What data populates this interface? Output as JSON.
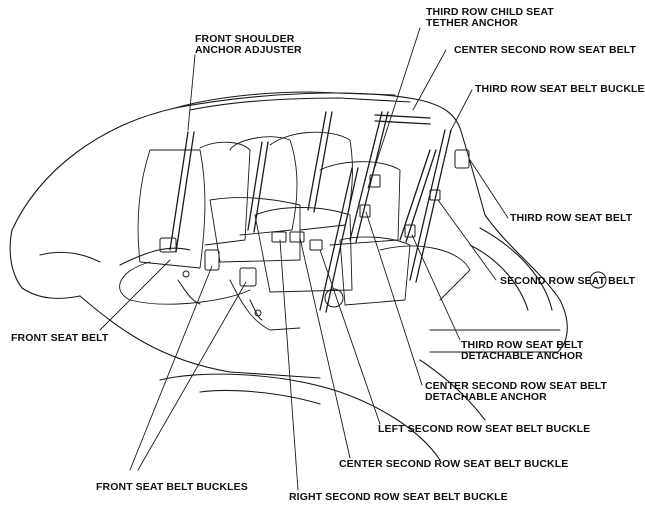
{
  "labels": {
    "front_shoulder_anchor_adjuster": [
      "FRONT SHOULDER",
      "ANCHOR ADJUSTER"
    ],
    "third_row_child_seat_tether_anchor": [
      "THIRD ROW CHILD SEAT",
      "TETHER ANCHOR"
    ],
    "center_second_row_seat_belt": "CENTER SECOND ROW SEAT BELT",
    "third_row_seat_belt_buckle": "THIRD ROW SEAT BELT BUCKLE",
    "third_row_seat_belt": "THIRD ROW SEAT BELT",
    "second_row_seat_belt": "SECOND ROW SEAT BELT",
    "front_seat_belt": "FRONT SEAT BELT",
    "third_row_seat_belt_detachable_anchor": [
      "THIRD ROW SEAT BELT",
      "DETACHABLE ANCHOR"
    ],
    "center_second_row_seat_belt_detachable_anchor": [
      "CENTER SECOND ROW SEAT BELT",
      "DETACHABLE ANCHOR"
    ],
    "left_second_row_seat_belt_buckle": "LEFT SECOND ROW SEAT BELT BUCKLE",
    "center_second_row_seat_belt_buckle": "CENTER SECOND ROW SEAT BELT BUCKLE",
    "front_seat_belt_buckles": "FRONT SEAT BELT BUCKLES",
    "right_second_row_seat_belt_buckle": "RIGHT SECOND ROW SEAT BELT BUCKLE"
  }
}
